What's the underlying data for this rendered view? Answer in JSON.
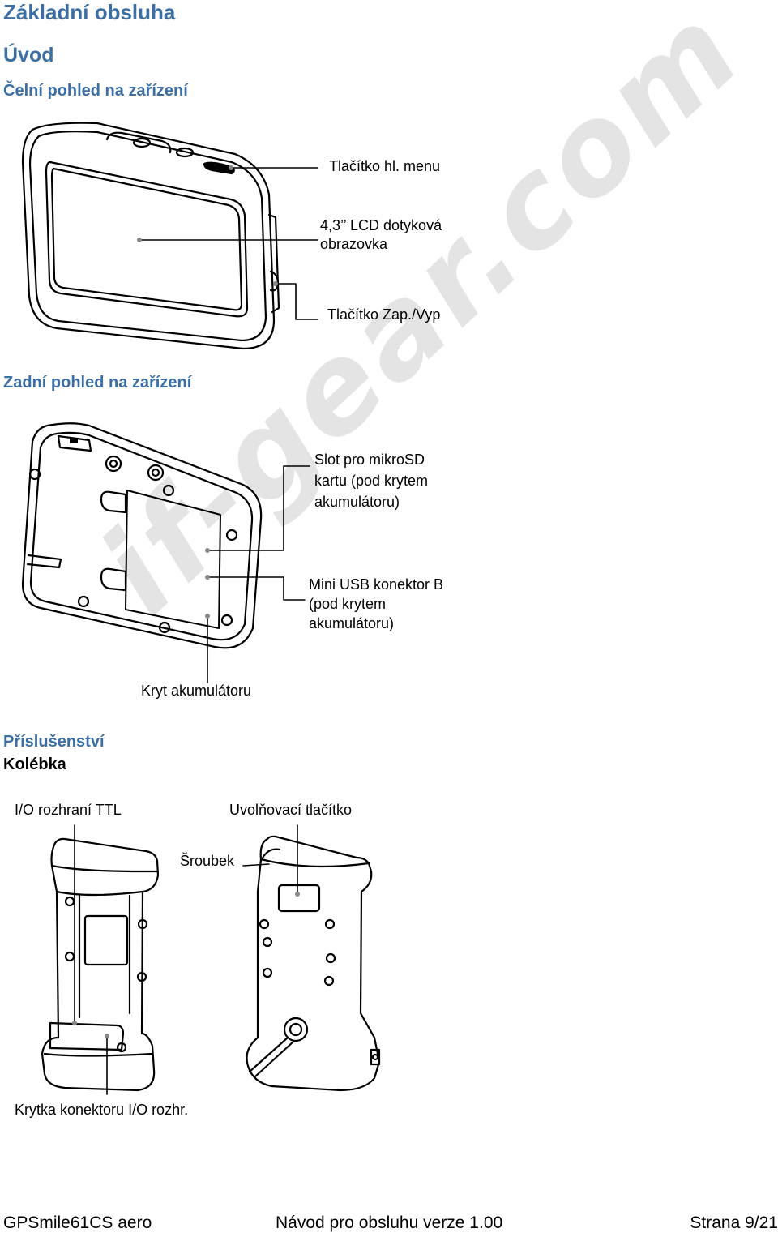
{
  "headings": {
    "chapter": "Základní obsluha",
    "section": "Úvod",
    "front_view": "Čelní pohled na zařízení",
    "rear_view": "Zadní pohled na zařízení",
    "accessories": "Příslušenství",
    "cradle": "Kolébka"
  },
  "front_labels": {
    "menu_button": "Tlačítko hl. menu",
    "lcd_line1": "4,3’’ LCD dotyková",
    "lcd_line2": "obrazovka",
    "power_button": "Tlačítko Zap./Vyp"
  },
  "rear_labels": {
    "microsd_line1": "Slot pro mikroSD",
    "microsd_line2": "kartu (pod krytem",
    "microsd_line3": "akumulátoru)",
    "usb_line1": "Mini USB konektor B",
    "usb_line2": "(pod krytem",
    "usb_line3": "akumulátoru)",
    "battery_cover": "Kryt akumulátoru"
  },
  "cradle_labels": {
    "io_ttl": "I/O rozhraní TTL",
    "release_button": "Uvolňovací tlačítko",
    "screw": "Šroubek",
    "connector_cover": "Krytka konektoru I/O rozhr."
  },
  "watermark": "if-gear.com",
  "footer": {
    "product": "GPSmile61CS aero",
    "manual": "Návod pro obsluhu verze 1.00",
    "page": "Strana 9/21"
  }
}
